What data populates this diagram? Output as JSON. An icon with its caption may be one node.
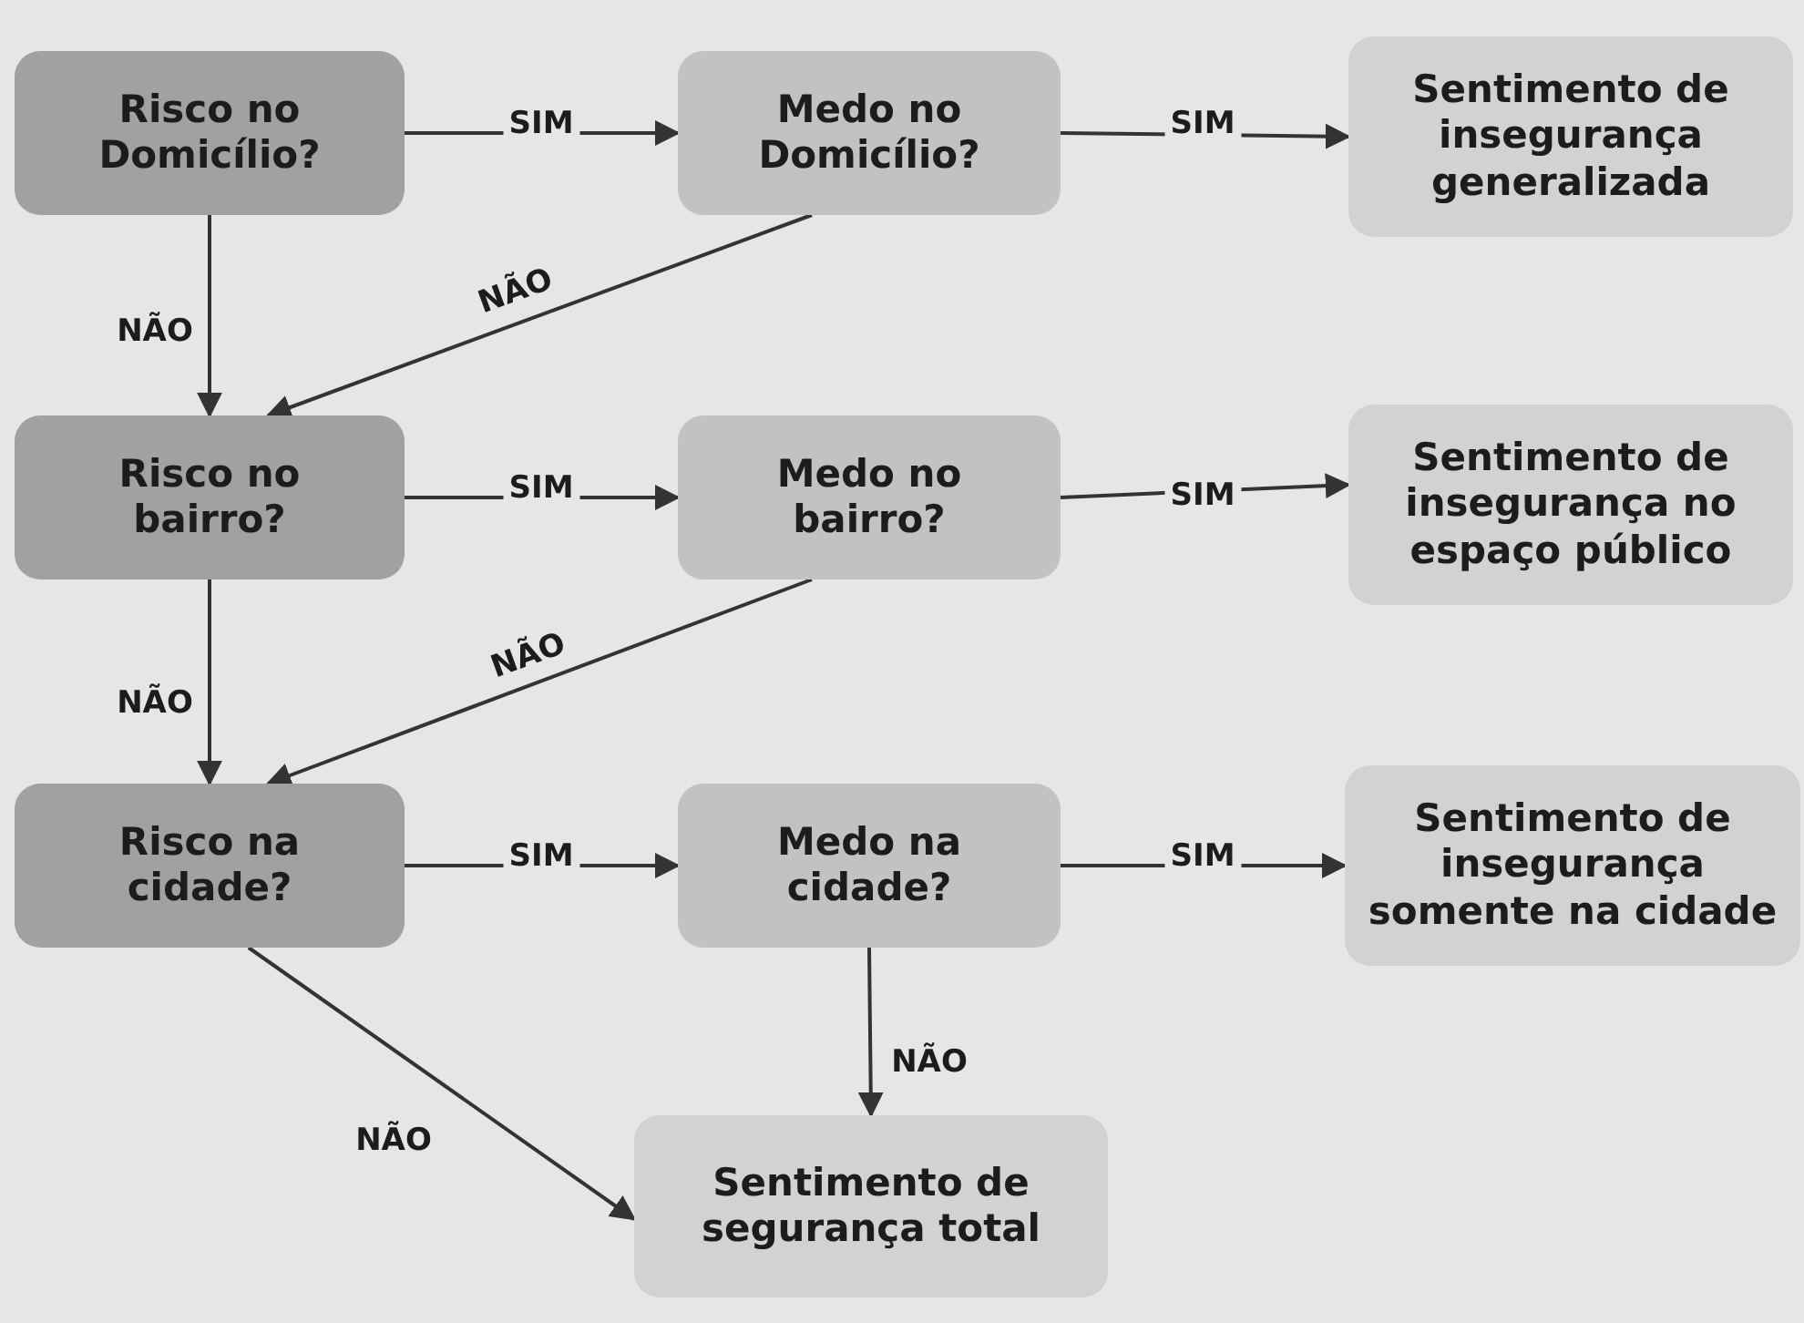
{
  "diagram": {
    "nodes": [
      {
        "text": [
          "Risco no Domicílio?"
        ]
      },
      {
        "text": [
          "Medo no Domicílio?"
        ]
      },
      {
        "text": [
          "Sentimento de insegurança generalizada"
        ]
      },
      {
        "text": [
          "Risco no bairro?"
        ]
      },
      {
        "text": [
          "Medo no bairro?"
        ]
      },
      {
        "text": [
          "Sentimento de insegurança no espaço público"
        ]
      },
      {
        "text": [
          "Risco na cidade?"
        ]
      },
      {
        "text": [
          "Medo na cidade?"
        ]
      },
      {
        "text": [
          "Sentimento de insegurança somente na cidade"
        ]
      },
      {
        "text": [
          "Sentimento de segurança total"
        ]
      }
    ],
    "edges": [
      {
        "from": 0,
        "to": 1,
        "arrow": "to",
        "label": "SIM"
      },
      {
        "from": 1,
        "to": 2,
        "arrow": "to",
        "label": "SIM"
      },
      {
        "from": 0,
        "to": 3,
        "arrow": "to",
        "label": "NÃO"
      },
      {
        "from": 1,
        "to": 3,
        "arrow": "to",
        "label": "NÃO"
      },
      {
        "from": 3,
        "to": 4,
        "arrow": "to",
        "label": "SIM"
      },
      {
        "from": 4,
        "to": 5,
        "arrow": "to",
        "label": "SIM"
      },
      {
        "from": 3,
        "to": 6,
        "arrow": "to",
        "label": "NÃO"
      },
      {
        "from": 4,
        "to": 6,
        "arrow": "to",
        "label": "NÃO"
      },
      {
        "from": 6,
        "to": 7,
        "arrow": "to",
        "label": "SIM"
      },
      {
        "from": 7,
        "to": 8,
        "arrow": "to",
        "label": "SIM"
      },
      {
        "from": 7,
        "to": 9,
        "arrow": "to",
        "label": "NÃO"
      },
      {
        "from": 6,
        "to": 9,
        "arrow": "to",
        "label": "NÃO"
      }
    ]
  }
}
